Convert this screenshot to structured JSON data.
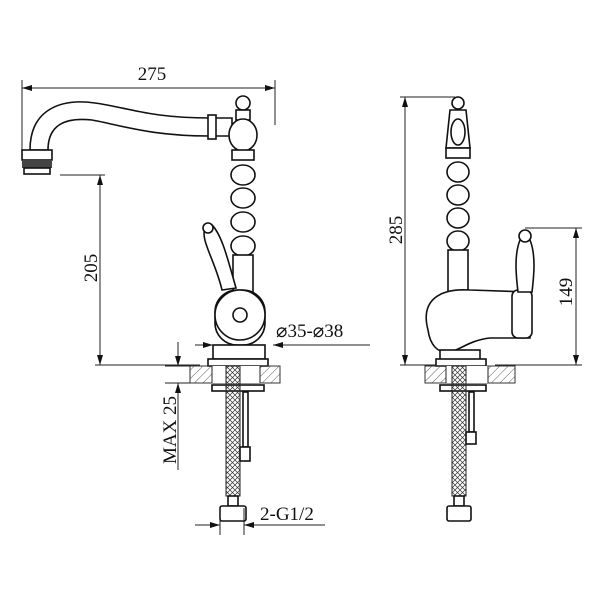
{
  "dimensions": {
    "spout_reach": "275",
    "spout_height": "205",
    "hole_diameter": "⌀35-⌀38",
    "max_counter_thickness": "MAX 25",
    "connection": "2-G1/2",
    "total_height": "285",
    "handle_height": "149"
  },
  "colors": {
    "line": "#111111",
    "background": "#ffffff"
  }
}
